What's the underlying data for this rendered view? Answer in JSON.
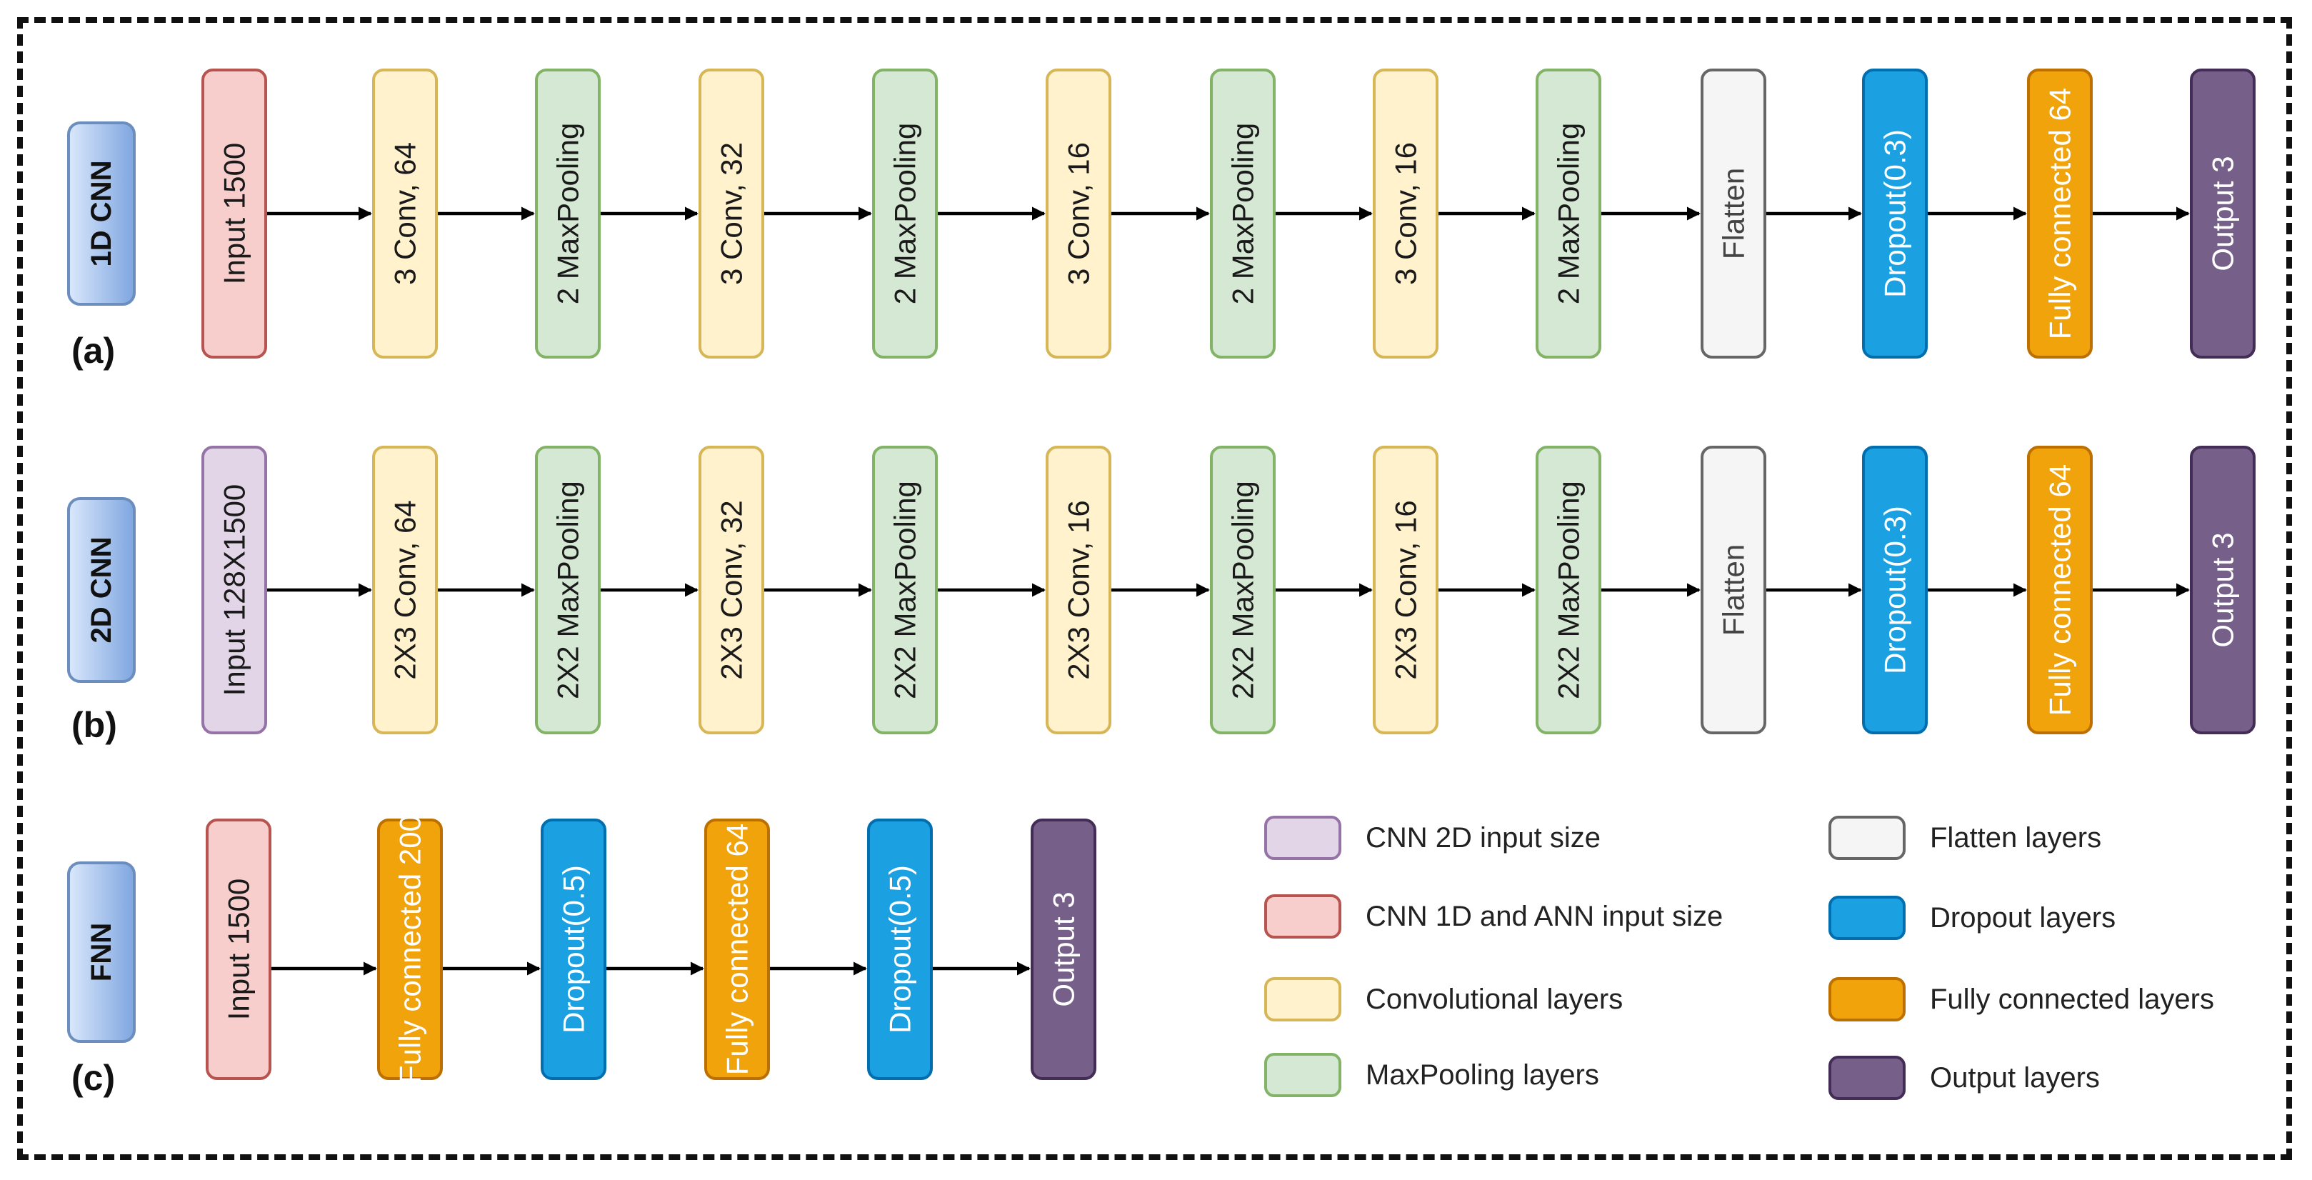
{
  "colors": {
    "input_1d": "#f8cecc",
    "input_1d_border": "#b85450",
    "input_2d": "#e1d5e7",
    "input_2d_border": "#9673a6",
    "conv": "#fff2cc",
    "conv_border": "#d6b656",
    "pool": "#d5e8d4",
    "pool_border": "#82b366",
    "flatten": "#f5f5f5",
    "flatten_border": "#666666",
    "dropout": "#1ba1e2",
    "dropout_border": "#006eaf",
    "fc": "#f0a30a",
    "fc_border": "#bd7000",
    "output": "#76608a",
    "output_border": "#432d57",
    "tag_fill_top": "#dae8fc",
    "tag_fill_bottom": "#7ea6e0",
    "tag_border": "#6c8ebf"
  },
  "rows": [
    {
      "tag": "1D CNN",
      "letter": "(a)",
      "nodes": [
        {
          "label": "Input 1500",
          "kind": "input_1d"
        },
        {
          "label": "3 Conv, 64",
          "kind": "conv"
        },
        {
          "label": "2 MaxPooling",
          "kind": "pool"
        },
        {
          "label": "3 Conv, 32",
          "kind": "conv"
        },
        {
          "label": "2 MaxPooling",
          "kind": "pool"
        },
        {
          "label": "3 Conv, 16",
          "kind": "conv"
        },
        {
          "label": "2 MaxPooling",
          "kind": "pool"
        },
        {
          "label": "3 Conv, 16",
          "kind": "conv"
        },
        {
          "label": "2 MaxPooling",
          "kind": "pool"
        },
        {
          "label": "Flatten",
          "kind": "flatten"
        },
        {
          "label": "Dropout(0.3)",
          "kind": "dropout"
        },
        {
          "label": "Fully connected 64",
          "kind": "fc"
        },
        {
          "label": "Output 3",
          "kind": "output"
        }
      ]
    },
    {
      "tag": "2D CNN",
      "letter": "(b)",
      "nodes": [
        {
          "label": "Input 128X1500",
          "kind": "input_2d"
        },
        {
          "label": "2X3 Conv, 64",
          "kind": "conv"
        },
        {
          "label": "2X2 MaxPooling",
          "kind": "pool"
        },
        {
          "label": "2X3 Conv, 32",
          "kind": "conv"
        },
        {
          "label": "2X2 MaxPooling",
          "kind": "pool"
        },
        {
          "label": "2X3 Conv, 16",
          "kind": "conv"
        },
        {
          "label": "2X2 MaxPooling",
          "kind": "pool"
        },
        {
          "label": "2X3 Conv, 16",
          "kind": "conv"
        },
        {
          "label": "2X2 MaxPooling",
          "kind": "pool"
        },
        {
          "label": "Flatten",
          "kind": "flatten"
        },
        {
          "label": "Dropout(0.3)",
          "kind": "dropout"
        },
        {
          "label": "Fully connected 64",
          "kind": "fc"
        },
        {
          "label": "Output 3",
          "kind": "output"
        }
      ]
    },
    {
      "tag": "FNN",
      "letter": "(c)",
      "nodes": [
        {
          "label": "Input 1500",
          "kind": "input_1d"
        },
        {
          "label": "Fully connected 200",
          "kind": "fc"
        },
        {
          "label": "Dropout(0.5)",
          "kind": "dropout"
        },
        {
          "label": "Fully connected 64",
          "kind": "fc"
        },
        {
          "label": "Dropout(0.5)",
          "kind": "dropout"
        },
        {
          "label": "Output 3",
          "kind": "output"
        }
      ]
    }
  ],
  "legend": [
    {
      "label": "CNN 2D input size",
      "kind": "input_2d"
    },
    {
      "label": "CNN 1D and ANN input size",
      "kind": "input_1d"
    },
    {
      "label": "Convolutional layers",
      "kind": "conv"
    },
    {
      "label": "MaxPooling layers",
      "kind": "pool"
    },
    {
      "label": "Flatten layers",
      "kind": "flatten"
    },
    {
      "label": "Dropout layers",
      "kind": "dropout"
    },
    {
      "label": "Fully connected layers",
      "kind": "fc"
    },
    {
      "label": "Output layers",
      "kind": "output"
    }
  ]
}
